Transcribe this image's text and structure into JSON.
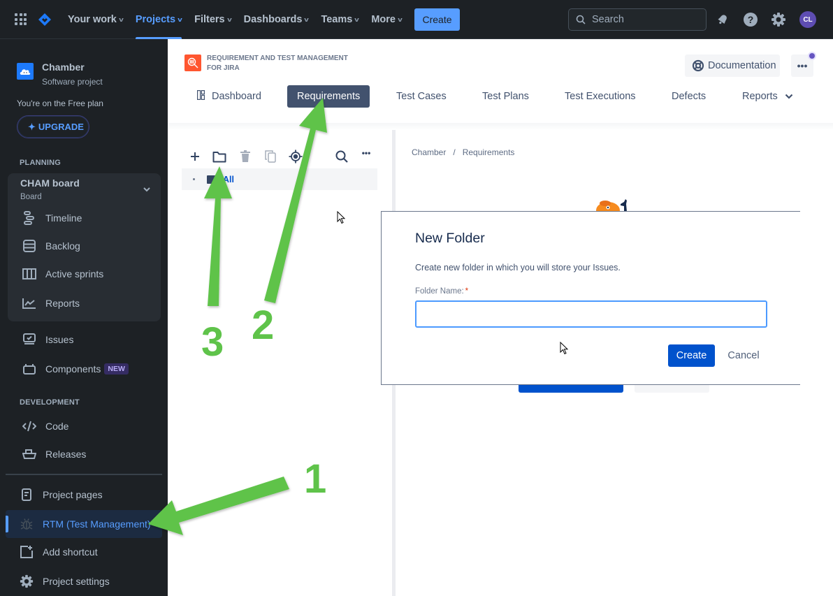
{
  "topnav": {
    "items": [
      {
        "label": "Your work",
        "active": false
      },
      {
        "label": "Projects",
        "active": true
      },
      {
        "label": "Filters",
        "active": false
      },
      {
        "label": "Dashboards",
        "active": false
      },
      {
        "label": "Teams",
        "active": false
      },
      {
        "label": "More",
        "active": false
      }
    ],
    "create_label": "Create",
    "search_placeholder": "Search",
    "icons": [
      "apps-grid-icon",
      "jira-logo-icon",
      "notifications-icon",
      "help-icon",
      "settings-icon"
    ],
    "avatar_initials": "CL",
    "colors": {
      "bg": "#1d2125",
      "accent": "#579dff",
      "avatar": "#5e4db2"
    }
  },
  "sidebar": {
    "project_name": "Chamber",
    "project_type": "Software project",
    "plan_text": "You're on the Free plan",
    "upgrade_label": "UPGRADE",
    "planning_header": "PLANNING",
    "board": {
      "title": "CHAM board",
      "subtitle": "Board"
    },
    "board_items": [
      {
        "label": "Timeline",
        "icon": "timeline-icon"
      },
      {
        "label": "Backlog",
        "icon": "backlog-icon"
      },
      {
        "label": "Active sprints",
        "icon": "active-sprints-icon"
      },
      {
        "label": "Reports",
        "icon": "reports-icon"
      }
    ],
    "items": [
      {
        "label": "Issues",
        "icon": "issues-icon"
      },
      {
        "label": "Components",
        "icon": "components-icon",
        "badge": "NEW"
      }
    ],
    "development_header": "DEVELOPMENT",
    "dev_items": [
      {
        "label": "Code",
        "icon": "code-icon"
      },
      {
        "label": "Releases",
        "icon": "releases-icon"
      }
    ],
    "bottom_items": [
      {
        "label": "Project pages",
        "icon": "project-pages-icon"
      },
      {
        "label": "RTM (Test Management)",
        "icon": "bug-icon",
        "active": true
      },
      {
        "label": "Add shortcut",
        "icon": "add-shortcut-icon"
      },
      {
        "label": "Project settings",
        "icon": "settings-icon"
      }
    ]
  },
  "app_header": {
    "title_line1": "REQUIREMENT AND TEST MANAGEMENT",
    "title_line2": "FOR JIRA",
    "documentation_label": "Documentation",
    "more_label": "•••",
    "tabs": [
      {
        "label": "Dashboard",
        "active": false
      },
      {
        "label": "Requirements",
        "active": true
      },
      {
        "label": "Test Cases",
        "active": false
      },
      {
        "label": "Test Plans",
        "active": false
      },
      {
        "label": "Test Executions",
        "active": false
      },
      {
        "label": "Defects",
        "active": false
      },
      {
        "label": "Reports",
        "active": false,
        "dropdown": true
      }
    ]
  },
  "tree": {
    "toolbar": [
      "add-icon",
      "new-folder-icon",
      "delete-icon",
      "copy-icon",
      "locate-icon",
      "search-icon",
      "more-icon"
    ],
    "more_label": "•••",
    "root_label": "All"
  },
  "main": {
    "breadcrumb": [
      "Chamber",
      "Requirements"
    ],
    "breadcrumb_sep": "/"
  },
  "dialog": {
    "title": "New Folder",
    "description": "Create new folder in which you will store your Issues.",
    "field_label": "Folder Name:",
    "required_mark": "*",
    "field_value": "",
    "create_label": "Create",
    "cancel_label": "Cancel"
  },
  "annotations": {
    "color": "#5fc34a",
    "steps": [
      {
        "number": "1",
        "target": "RTM (Test Management)"
      },
      {
        "number": "2",
        "target": "Requirements tab"
      },
      {
        "number": "3",
        "target": "New folder button"
      }
    ]
  }
}
